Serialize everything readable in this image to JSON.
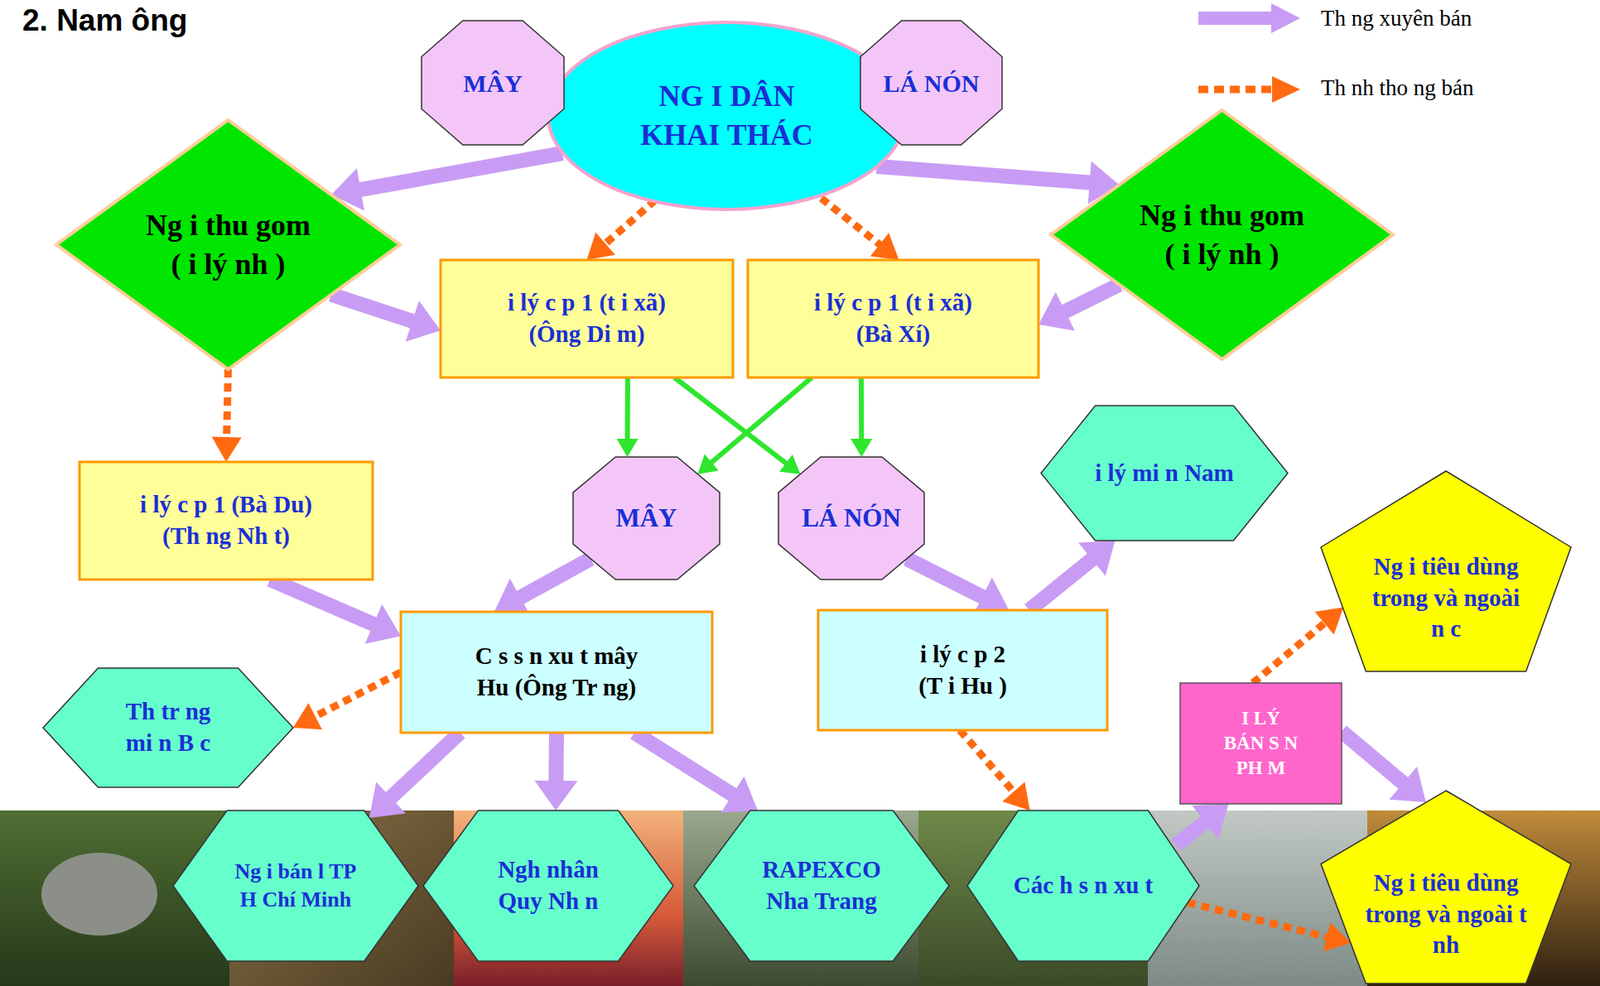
{
  "diagram": {
    "title": "2. Nam ông",
    "nodes": [
      {
        "text": [
          "MÂY"
        ]
      },
      {
        "text": [
          "NG I DÂN KHAI THÁC"
        ]
      },
      {
        "text": [
          "LÁ NÓN"
        ]
      },
      {
        "text": [
          "Ng i thu gom ( i lý nh )"
        ]
      },
      {
        "text": [
          "i lý c p 1 (t i xã) (Ông Di m)"
        ]
      },
      {
        "text": [
          "i lý c p 1 (t i xã) (Bà Xí)"
        ]
      },
      {
        "text": [
          "Ng i thu gom ( i lý nh )"
        ]
      },
      {
        "text": [
          "i lý c p 1 (Bà Du) (Th ng Nh t)"
        ]
      },
      {
        "text": [
          "MÂY"
        ]
      },
      {
        "text": [
          "LÁ NÓN"
        ]
      },
      {
        "text": [
          "i lý mi n Nam"
        ]
      },
      {
        "text": [
          "Ng i tiêu dùng trong và ngoài n c"
        ]
      },
      {
        "text": [
          "C s s n xu t mây Hu (Ông Tr ng)"
        ]
      },
      {
        "text": [
          "i lý c p 2 (T i Hu )"
        ]
      },
      {
        "text": [
          "Th tr ng mi n B c"
        ]
      },
      {
        "text": [
          "I LÝ BÁN S N PH M"
        ]
      },
      {
        "text": [
          "Ng i bán l TP H Chí Minh"
        ]
      },
      {
        "text": [
          "Ngh nhân Quy Nh n"
        ]
      },
      {
        "text": [
          "RAPEXCO Nha Trang"
        ]
      },
      {
        "text": [
          "Các h s n xu t"
        ]
      },
      {
        "text": [
          "Ng i tiêu dùng trong và ngoài t nh"
        ]
      }
    ],
    "edges": [
      {
        "from": 1,
        "to": 3,
        "arrow": "to"
      },
      {
        "from": 1,
        "to": 4,
        "arrow": "to"
      },
      {
        "from": 1,
        "to": 5,
        "arrow": "to"
      },
      {
        "from": 1,
        "to": 6,
        "arrow": "to"
      },
      {
        "from": 3,
        "to": 4,
        "arrow": "to"
      },
      {
        "from": 6,
        "to": 5,
        "arrow": "to"
      },
      {
        "from": 3,
        "to": 7,
        "arrow": "to"
      },
      {
        "from": 4,
        "to": 8,
        "arrow": "to"
      },
      {
        "from": 4,
        "to": 9,
        "arrow": "to"
      },
      {
        "from": 5,
        "to": 8,
        "arrow": "to"
      },
      {
        "from": 5,
        "to": 9,
        "arrow": "to"
      },
      {
        "from": 7,
        "to": 12,
        "arrow": "to"
      },
      {
        "from": 8,
        "to": 12,
        "arrow": "to"
      },
      {
        "from": 9,
        "to": 13,
        "arrow": "to"
      },
      {
        "from": 13,
        "to": 10,
        "arrow": "to"
      },
      {
        "from": 12,
        "to": 14,
        "arrow": "to"
      },
      {
        "from": 12,
        "to": 16,
        "arrow": "to"
      },
      {
        "from": 12,
        "to": 17,
        "arrow": "to"
      },
      {
        "from": 12,
        "to": 18,
        "arrow": "to"
      },
      {
        "from": 13,
        "to": 19,
        "arrow": "to"
      },
      {
        "from": 19,
        "to": 15,
        "arrow": "to"
      },
      {
        "from": 15,
        "to": 11,
        "arrow": "to"
      },
      {
        "from": 15,
        "to": 20,
        "arrow": "to"
      },
      {
        "from": 19,
        "to": 20,
        "arrow": "to"
      }
    ],
    "legend": [
      {
        "text": "Th ng xuyên bán"
      },
      {
        "text": "Th nh tho ng bán"
      }
    ]
  }
}
